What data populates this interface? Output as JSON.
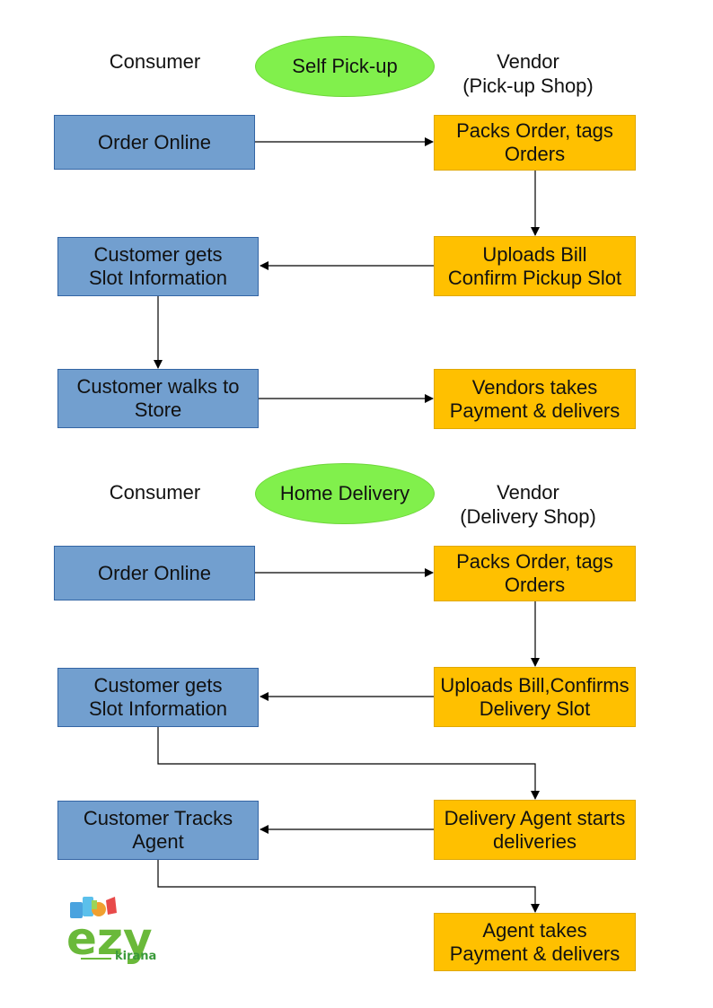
{
  "section1": {
    "title": "Self Pick-up",
    "left_heading": "Consumer",
    "right_heading_line1": "Vendor",
    "right_heading_line2": "(Pick-up Shop)",
    "c1": "Order Online",
    "v1_line1": "Packs Order, tags",
    "v1_line2": "Orders",
    "v2_line1": "Uploads Bill",
    "v2_line2": "Confirm Pickup Slot",
    "c2_line1": "Customer gets",
    "c2_line2": "Slot Information",
    "c3_line1": "Customer walks to",
    "c3_line2": "Store",
    "v3_line1": "Vendors takes",
    "v3_line2": "Payment & delivers"
  },
  "section2": {
    "title": "Home Delivery",
    "left_heading": "Consumer",
    "right_heading_line1": "Vendor",
    "right_heading_line2": "(Delivery Shop)",
    "c1": "Order Online",
    "v1_line1": "Packs Order, tags",
    "v1_line2": "Orders",
    "v2_line1": "Uploads Bill,Confirms",
    "v2_line2": "Delivery Slot",
    "c2_line1": "Customer gets",
    "c2_line2": "Slot Information",
    "v3_line1": "Delivery Agent starts",
    "v3_line2": "deliveries",
    "c3_line1": "Customer Tracks",
    "c3_line2": "Agent",
    "v4_line1": "Agent takes",
    "v4_line2": "Payment & delivers"
  },
  "logo": {
    "wordmark": "ezy",
    "subtext": "kirana",
    "icon": "grocery-basket-logo",
    "color": "#6ab93a"
  },
  "colors": {
    "consumer_box": "#729fcf",
    "vendor_box": "#ffc000",
    "title_pill": "#81f04c"
  }
}
